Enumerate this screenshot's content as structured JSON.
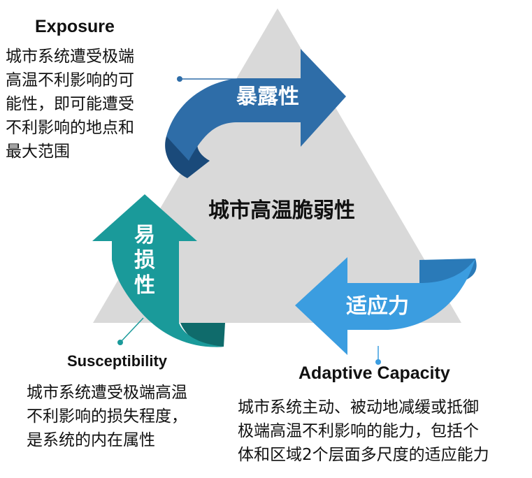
{
  "center": {
    "label": "城市高温脆弱性"
  },
  "arrows": {
    "exposure": {
      "label": "暴露性"
    },
    "susceptibility": {
      "label": "易损性"
    },
    "adaptive": {
      "label": "适应力"
    }
  },
  "exposure": {
    "title": "Exposure",
    "lines": [
      "城市系统遭受极端",
      "高温不利影响的可",
      "能性，即可能遭受",
      "不利影响的地点和",
      "最大范围"
    ]
  },
  "susceptibility": {
    "title": "Susceptibility",
    "lines": [
      "城市系统遭受极端高温",
      "不利影响的损失程度，",
      "是系统的内在属性"
    ]
  },
  "adaptive": {
    "title": "Adaptive Capacity",
    "lines": [
      "城市系统主动、被动地减缓或抵御",
      "极端高温不利影响的能力，包括个",
      "体和区域2个层面多尺度的适应能力"
    ]
  },
  "colors": {
    "triangle": "#d9d9d9",
    "exposure_arrow": "#2e6da8",
    "exposure_fold": "#1a4a7a",
    "susceptibility_arrow": "#1a9a9a",
    "susceptibility_fold": "#0f6b6b",
    "adaptive_arrow": "#3b9de0",
    "adaptive_fold": "#2a7ab8",
    "leader_exposure": "#2e6da8",
    "leader_susceptibility": "#1a9a9a",
    "leader_adaptive": "#3b9de0"
  }
}
